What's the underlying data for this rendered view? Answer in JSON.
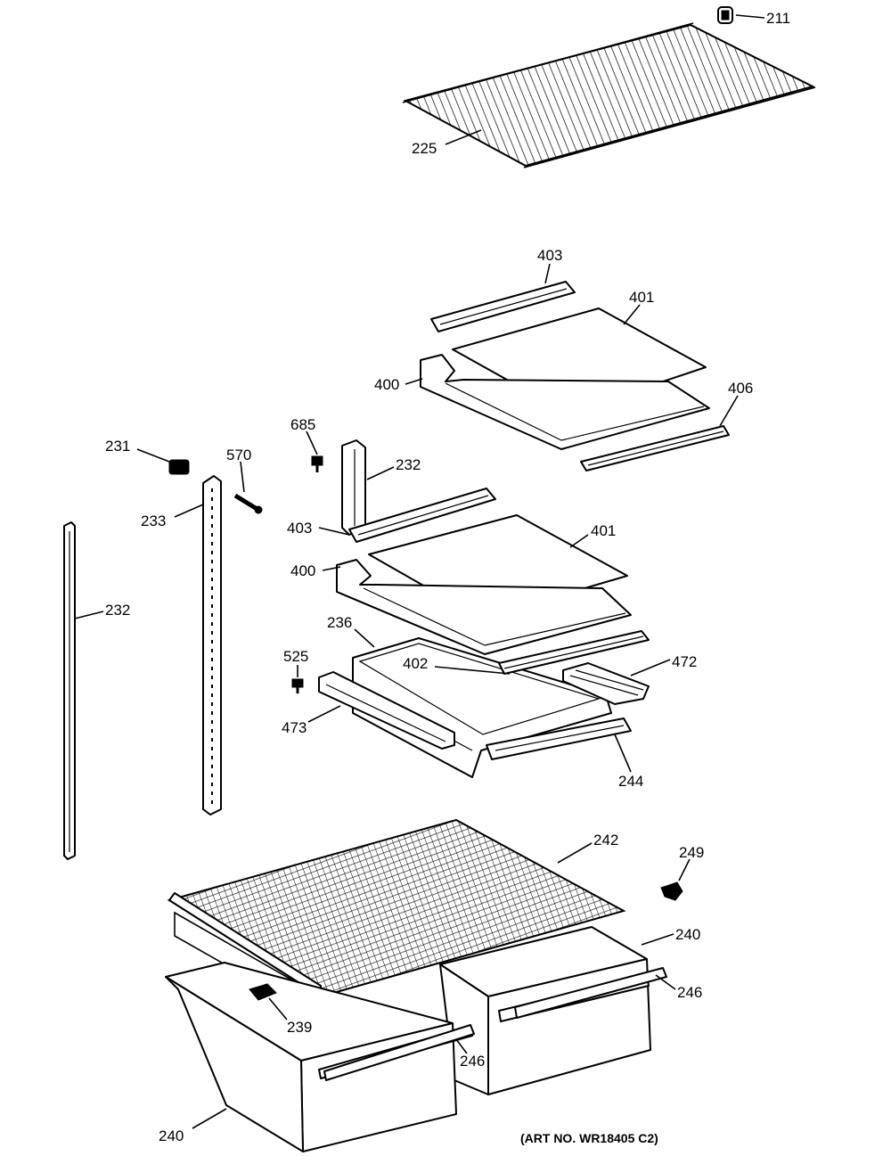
{
  "callouts": {
    "c211": "211",
    "c225": "225",
    "c403_top": "403",
    "c401_top": "401",
    "c400_top": "400",
    "c406": "406",
    "c231": "231",
    "c570": "570",
    "c685": "685",
    "c232_mid": "232",
    "c233": "233",
    "c403_mid": "403",
    "c401_mid": "401",
    "c232_left": "232",
    "c400_mid": "400",
    "c236": "236",
    "c525": "525",
    "c402": "402",
    "c472": "472",
    "c473": "473",
    "c244": "244",
    "c242": "242",
    "c249": "249",
    "c240_right": "240",
    "c246_right": "246",
    "c239": "239",
    "c246_left": "246",
    "c240_left": "240"
  },
  "art_number": "(ART NO. WR18405 C2)"
}
